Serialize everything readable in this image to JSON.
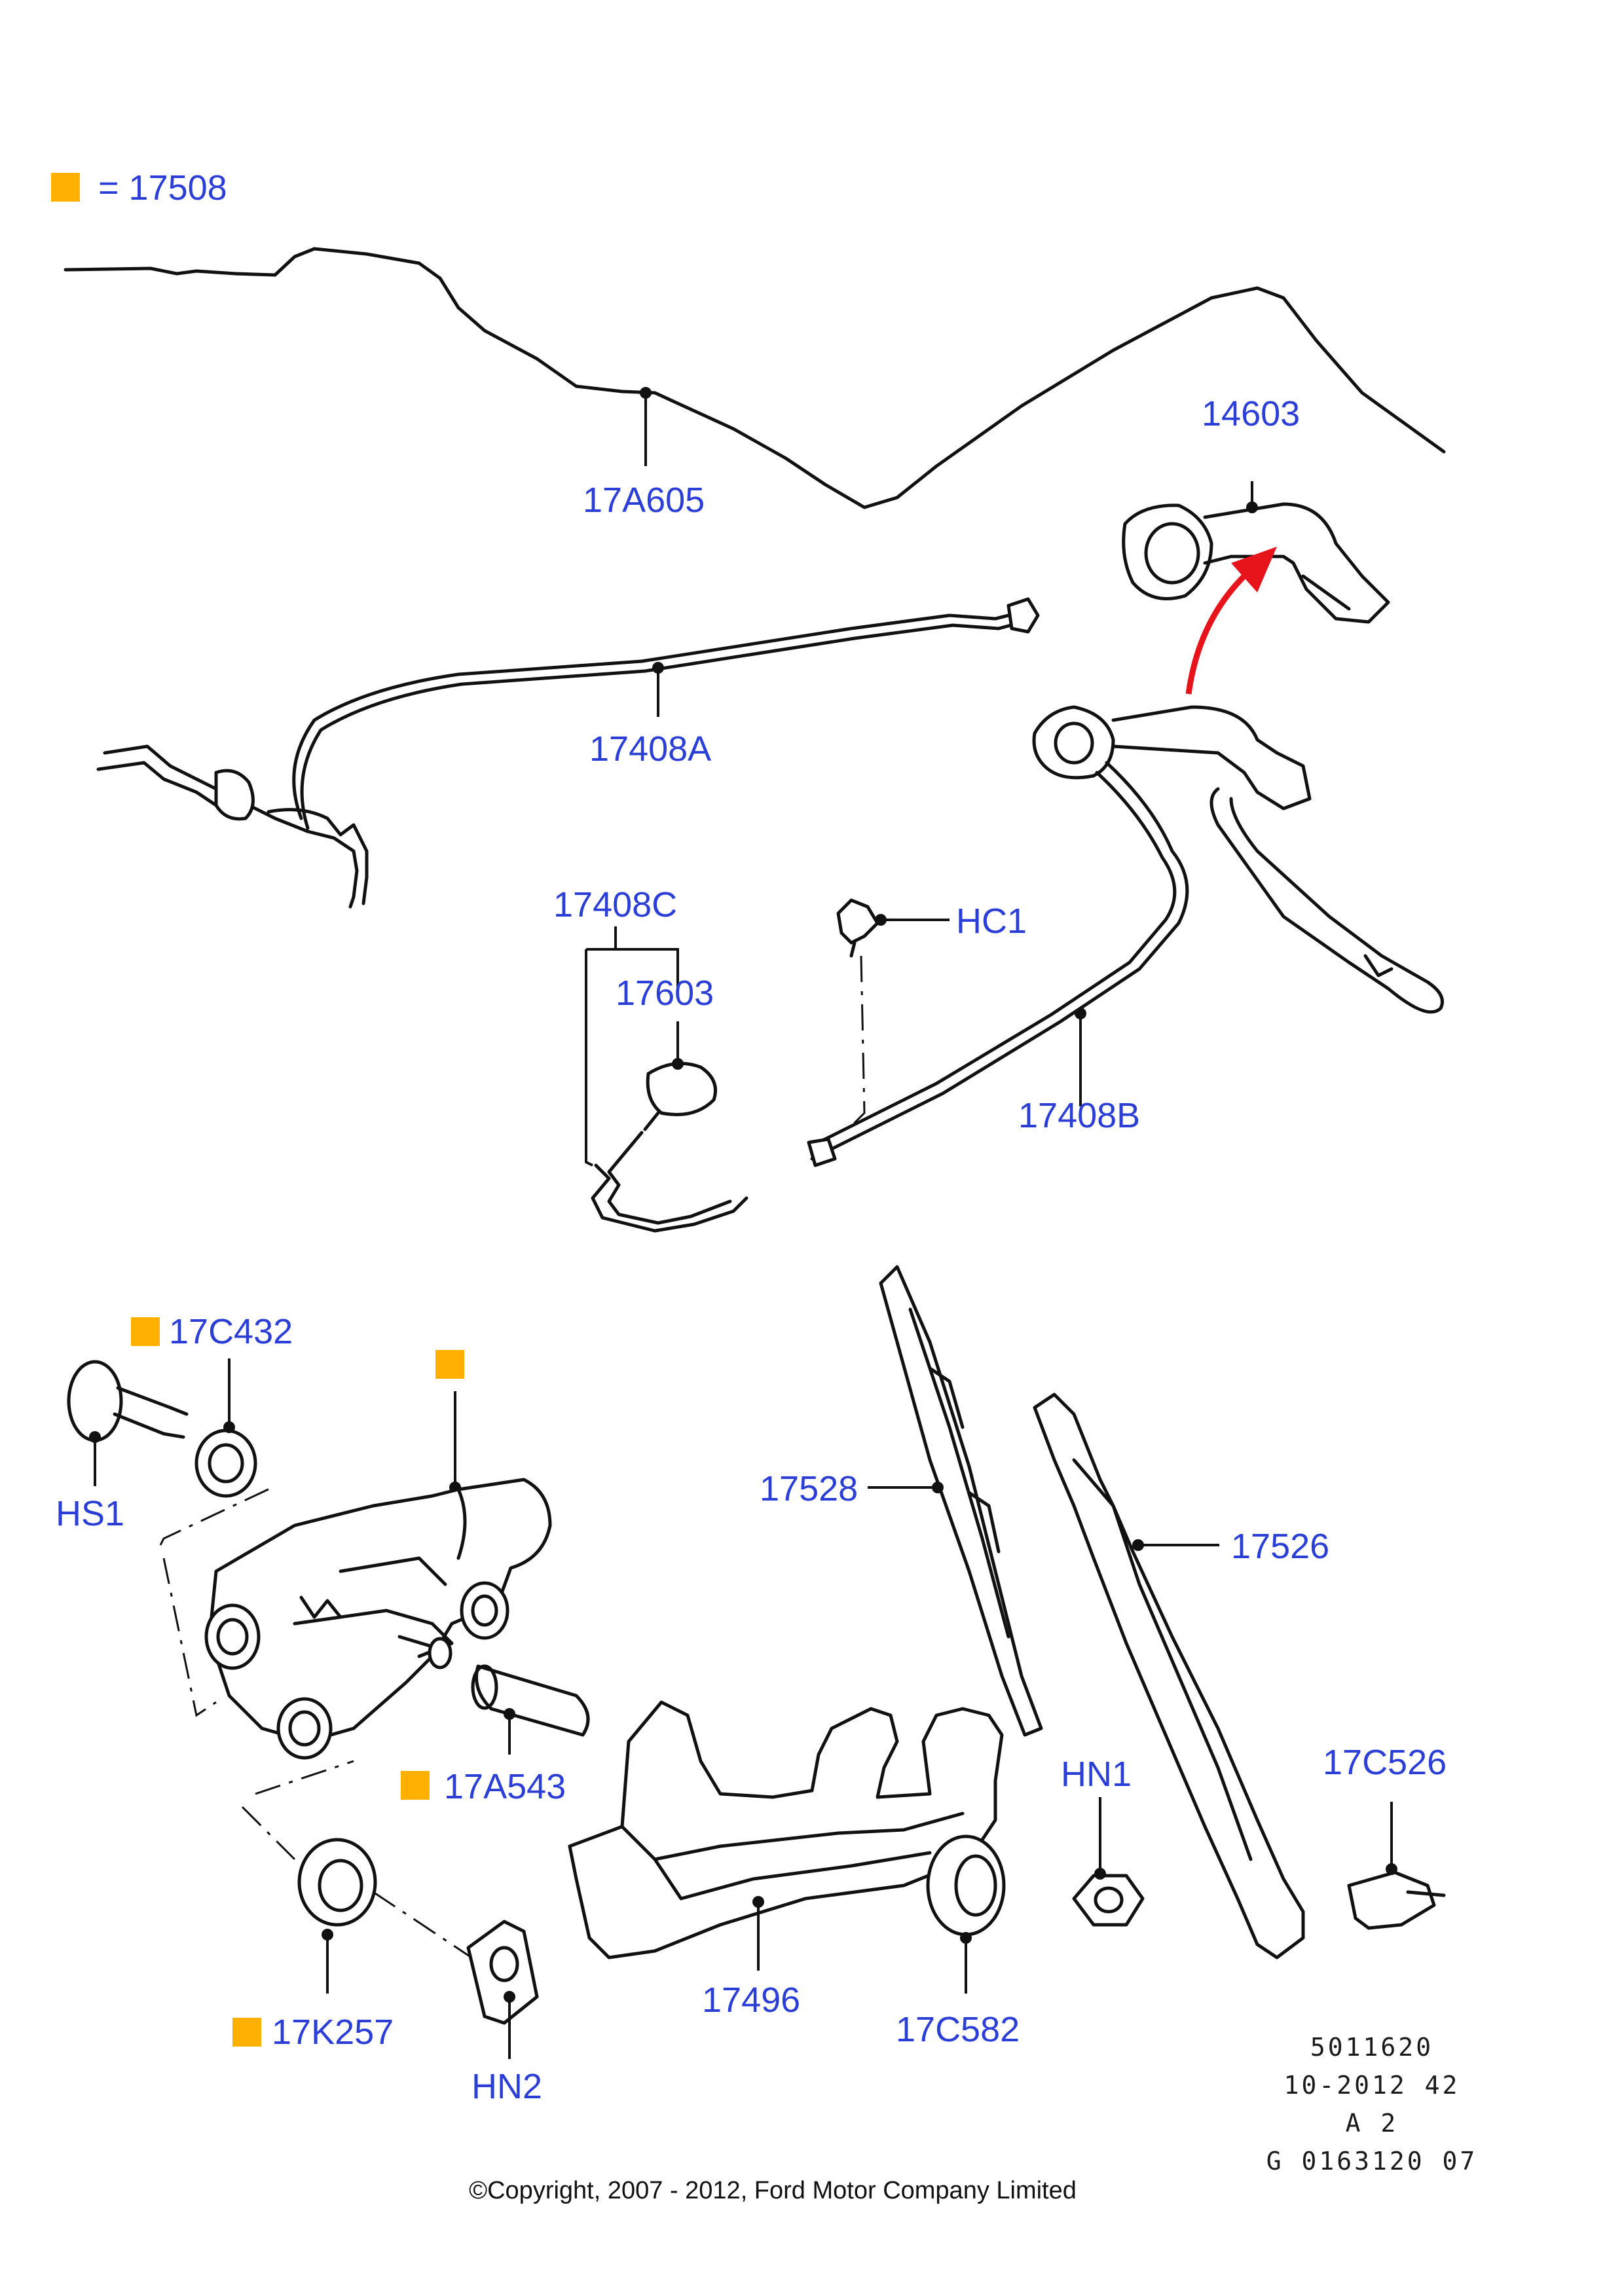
{
  "legend": {
    "marker_color": "#FFB000",
    "text": "= 17508"
  },
  "marker_color": "#FFB000",
  "label_color": "#2B3FD6",
  "arrow_color": "#E8141B",
  "labels": {
    "l17A605": "17A605",
    "l14603": "14603",
    "l17408A": "17408A",
    "l17408C": "17408C",
    "l17603": "17603",
    "lHC1": "HC1",
    "l17408B": "17408B",
    "l17C432": "17C432",
    "lHS1": "HS1",
    "l17528": "17528",
    "l17526": "17526",
    "l17A543": "17A543",
    "lHN1": "HN1",
    "l17C526": "17C526",
    "l17496": "17496",
    "l17C582": "17C582",
    "l17K257": "17K257",
    "lHN2": "HN2"
  },
  "stamp": {
    "line1": "5011620",
    "line2": "10-2012 42",
    "line3": "A 2",
    "line4": "G 0163120 07"
  },
  "copyright": "©Copyright, 2007 - 2012, Ford Motor Company Limited"
}
